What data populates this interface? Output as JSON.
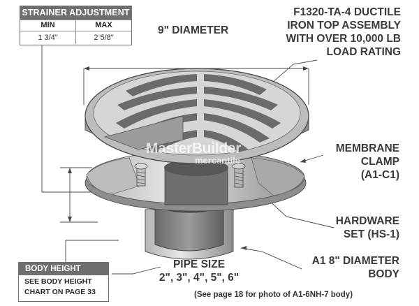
{
  "strainer_adjustment": {
    "title": "STRAINER ADJUSTMENT",
    "col_min": "MIN",
    "col_max": "MAX",
    "min_value": "1 3/4\"",
    "max_value": "2 5/8\""
  },
  "diameter_label": "9\" DIAMETER",
  "top_assembly": [
    "F1320-TA-4 DUCTILE",
    "IRON TOP ASSEMBLY",
    "WITH OVER 10,000 LB",
    "LOAD RATING"
  ],
  "membrane_clamp": [
    "MEMBRANE",
    "CLAMP",
    "(A1-C1)"
  ],
  "hardware_set": [
    "HARDWARE",
    "SET (HS-1)"
  ],
  "body": [
    "A1 8\" DIAMETER",
    "BODY"
  ],
  "pipe_size": [
    "PIPE SIZE",
    "2\", 3\", 4\", 5\", 6\""
  ],
  "body_height": {
    "title": "BODY HEIGHT",
    "note": [
      "SEE BODY HEIGHT",
      "CHART ON PAGE 33"
    ]
  },
  "footnote": "(See page 18 for photo of A1-6NH-7 body)",
  "watermark": [
    "MasterBuilder",
    "mercantile"
  ],
  "colors": {
    "header_fill": "#6e6e6e",
    "metal_light": "#d4d4d4",
    "metal_dark": "#7b7b7b",
    "text": "#3a3a3a"
  }
}
